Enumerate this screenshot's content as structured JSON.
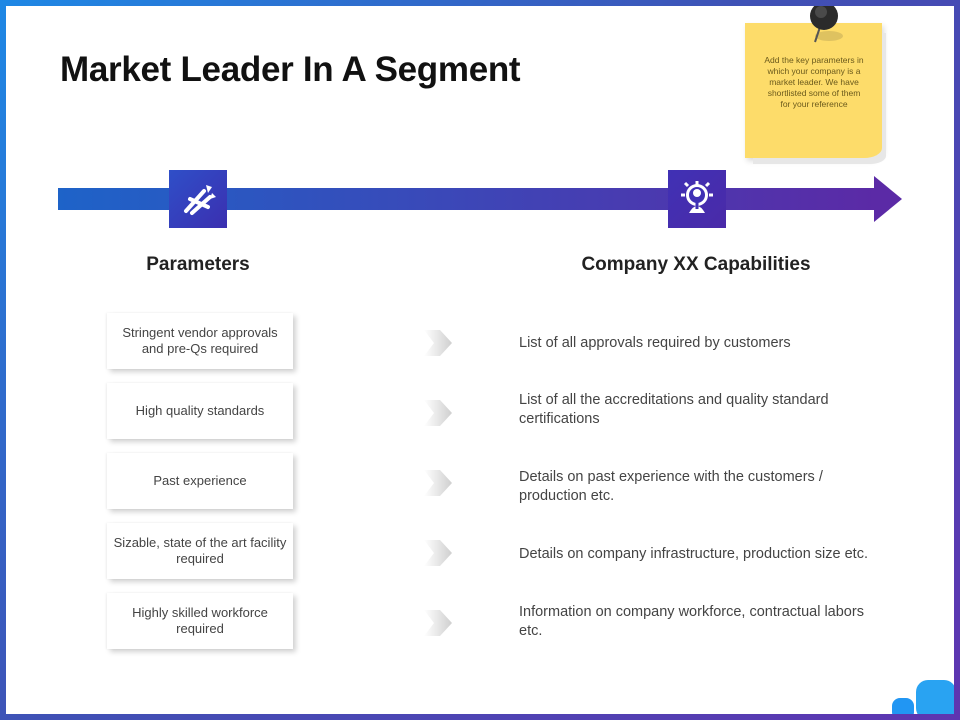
{
  "slide": {
    "title": "Market Leader In A Segment",
    "note": "Add the key parameters in which your company is a market leader. We have shortlisted some of them for your reference"
  },
  "columns": {
    "left_heading": "Parameters",
    "right_heading": "Company XX Capabilities"
  },
  "rows": [
    {
      "parameter": "Stringent vendor approvals and pre-Qs required",
      "capability": "List of all approvals required by customers"
    },
    {
      "parameter": "High quality standards",
      "capability": "List of all the accreditations and quality standard certifications"
    },
    {
      "parameter": "Past experience",
      "capability": "Details on past experience with the customers / production etc."
    },
    {
      "parameter": "Sizable, state of the art facility required",
      "capability": "Details on company infrastructure,  production size etc."
    },
    {
      "parameter": "Highly skilled workforce required",
      "capability": "Information on company workforce, contractual labors etc."
    }
  ],
  "icons": {
    "left": "arrows-icon",
    "right": "gear-person-icon"
  },
  "colors": {
    "arrow_start": "#1e63c8",
    "arrow_end": "#5b2aa6",
    "note": "#fddc6a"
  }
}
